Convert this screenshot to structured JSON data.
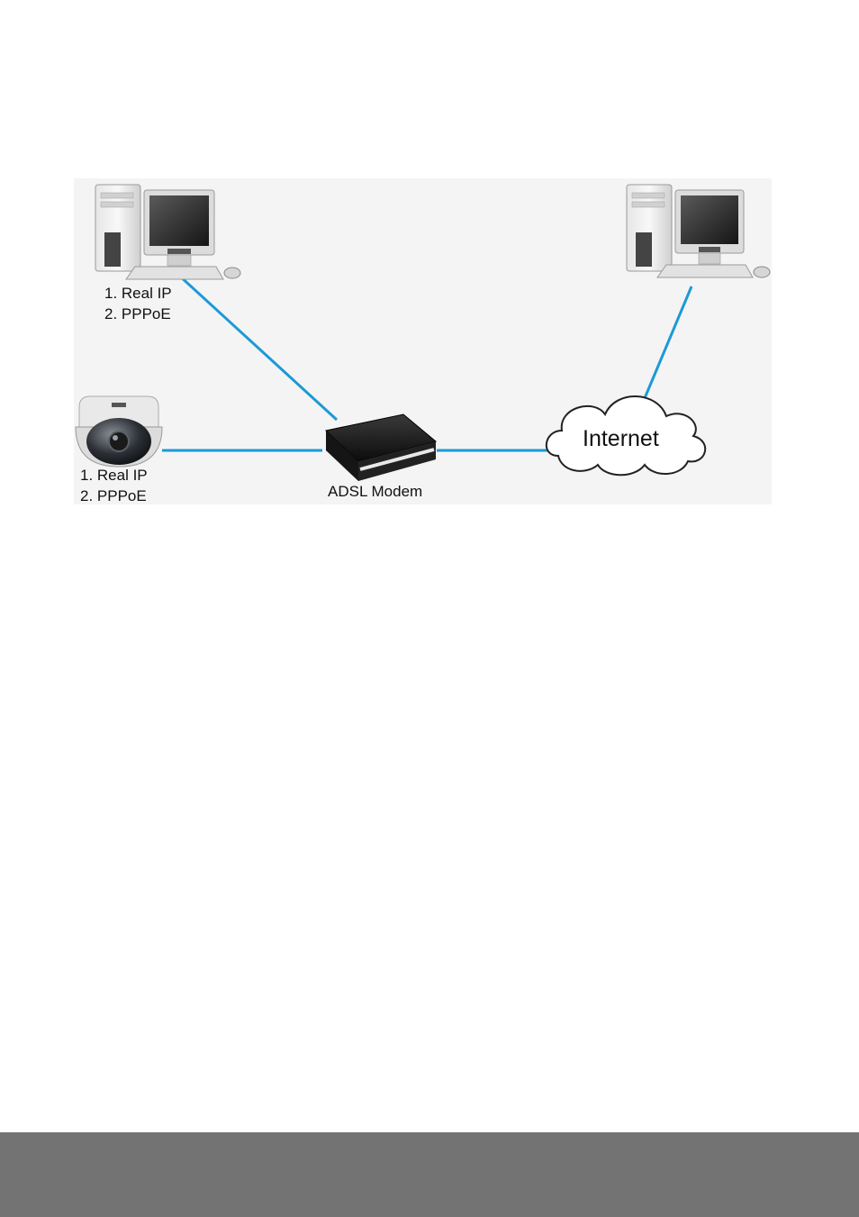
{
  "diagram": {
    "pc_left": {
      "labels": [
        "1. Real IP",
        "2. PPPoE"
      ]
    },
    "camera": {
      "labels": [
        "1. Real IP",
        "2. PPPoE"
      ]
    },
    "modem": {
      "label": "ADSL Modem"
    },
    "cloud": {
      "label": "Internet"
    }
  },
  "colors": {
    "link": "#1b9ad6",
    "panel": "#f4f4f4",
    "footer": "#737373"
  }
}
